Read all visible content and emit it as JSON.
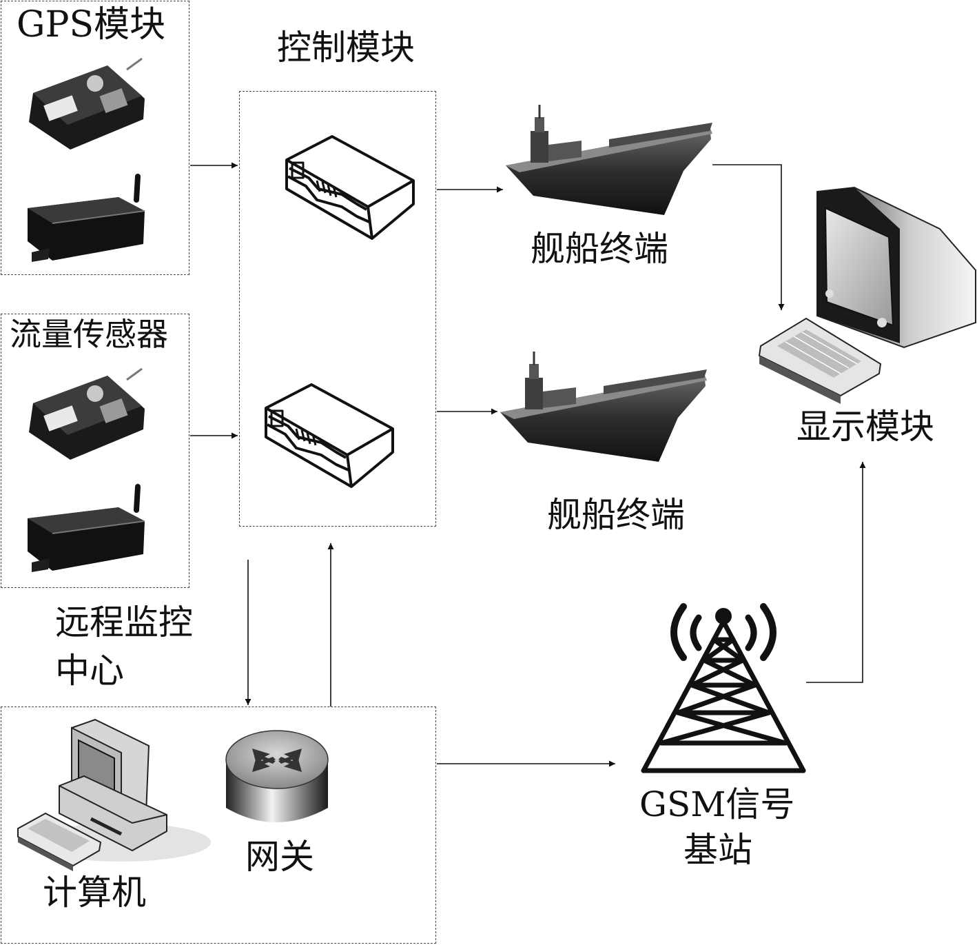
{
  "labels": {
    "gps_module": "GPS模块",
    "control_module": "控制模块",
    "flow_sensor": "流量传感器",
    "ship_terminal_1": "舰船终端",
    "ship_terminal_2": "舰船终端",
    "display_module": "显示模块",
    "remote_center_line1": "远程监控",
    "remote_center_line2": "中心",
    "computer": "计算机",
    "gateway": "网关",
    "gsm_line1": "GSM信号",
    "gsm_line2": "基站"
  },
  "icons": {
    "gps_board": "circuit-board-icon",
    "wireless_box": "wireless-transceiver-icon",
    "controller": "controller-device-icon",
    "ship": "warship-icon",
    "display": "crt-monitor-keyboard-icon",
    "computer": "desktop-computer-icon",
    "gateway": "router-icon",
    "tower": "signal-tower-icon"
  },
  "colors": {
    "line": "#111111",
    "dashed_border": "#444444"
  }
}
